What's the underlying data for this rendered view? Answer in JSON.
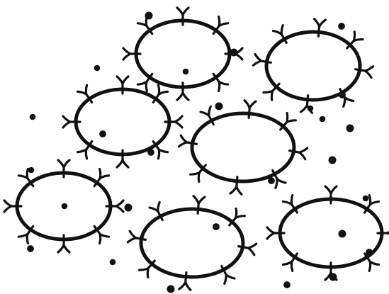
{
  "diagram": {
    "rings_count": 7,
    "receptors_per_ring": 8,
    "receptor_shape": "Y-shaped",
    "free_dots_count": 27,
    "colors": {
      "ink": "#111111",
      "background": "#ffffff"
    }
  }
}
